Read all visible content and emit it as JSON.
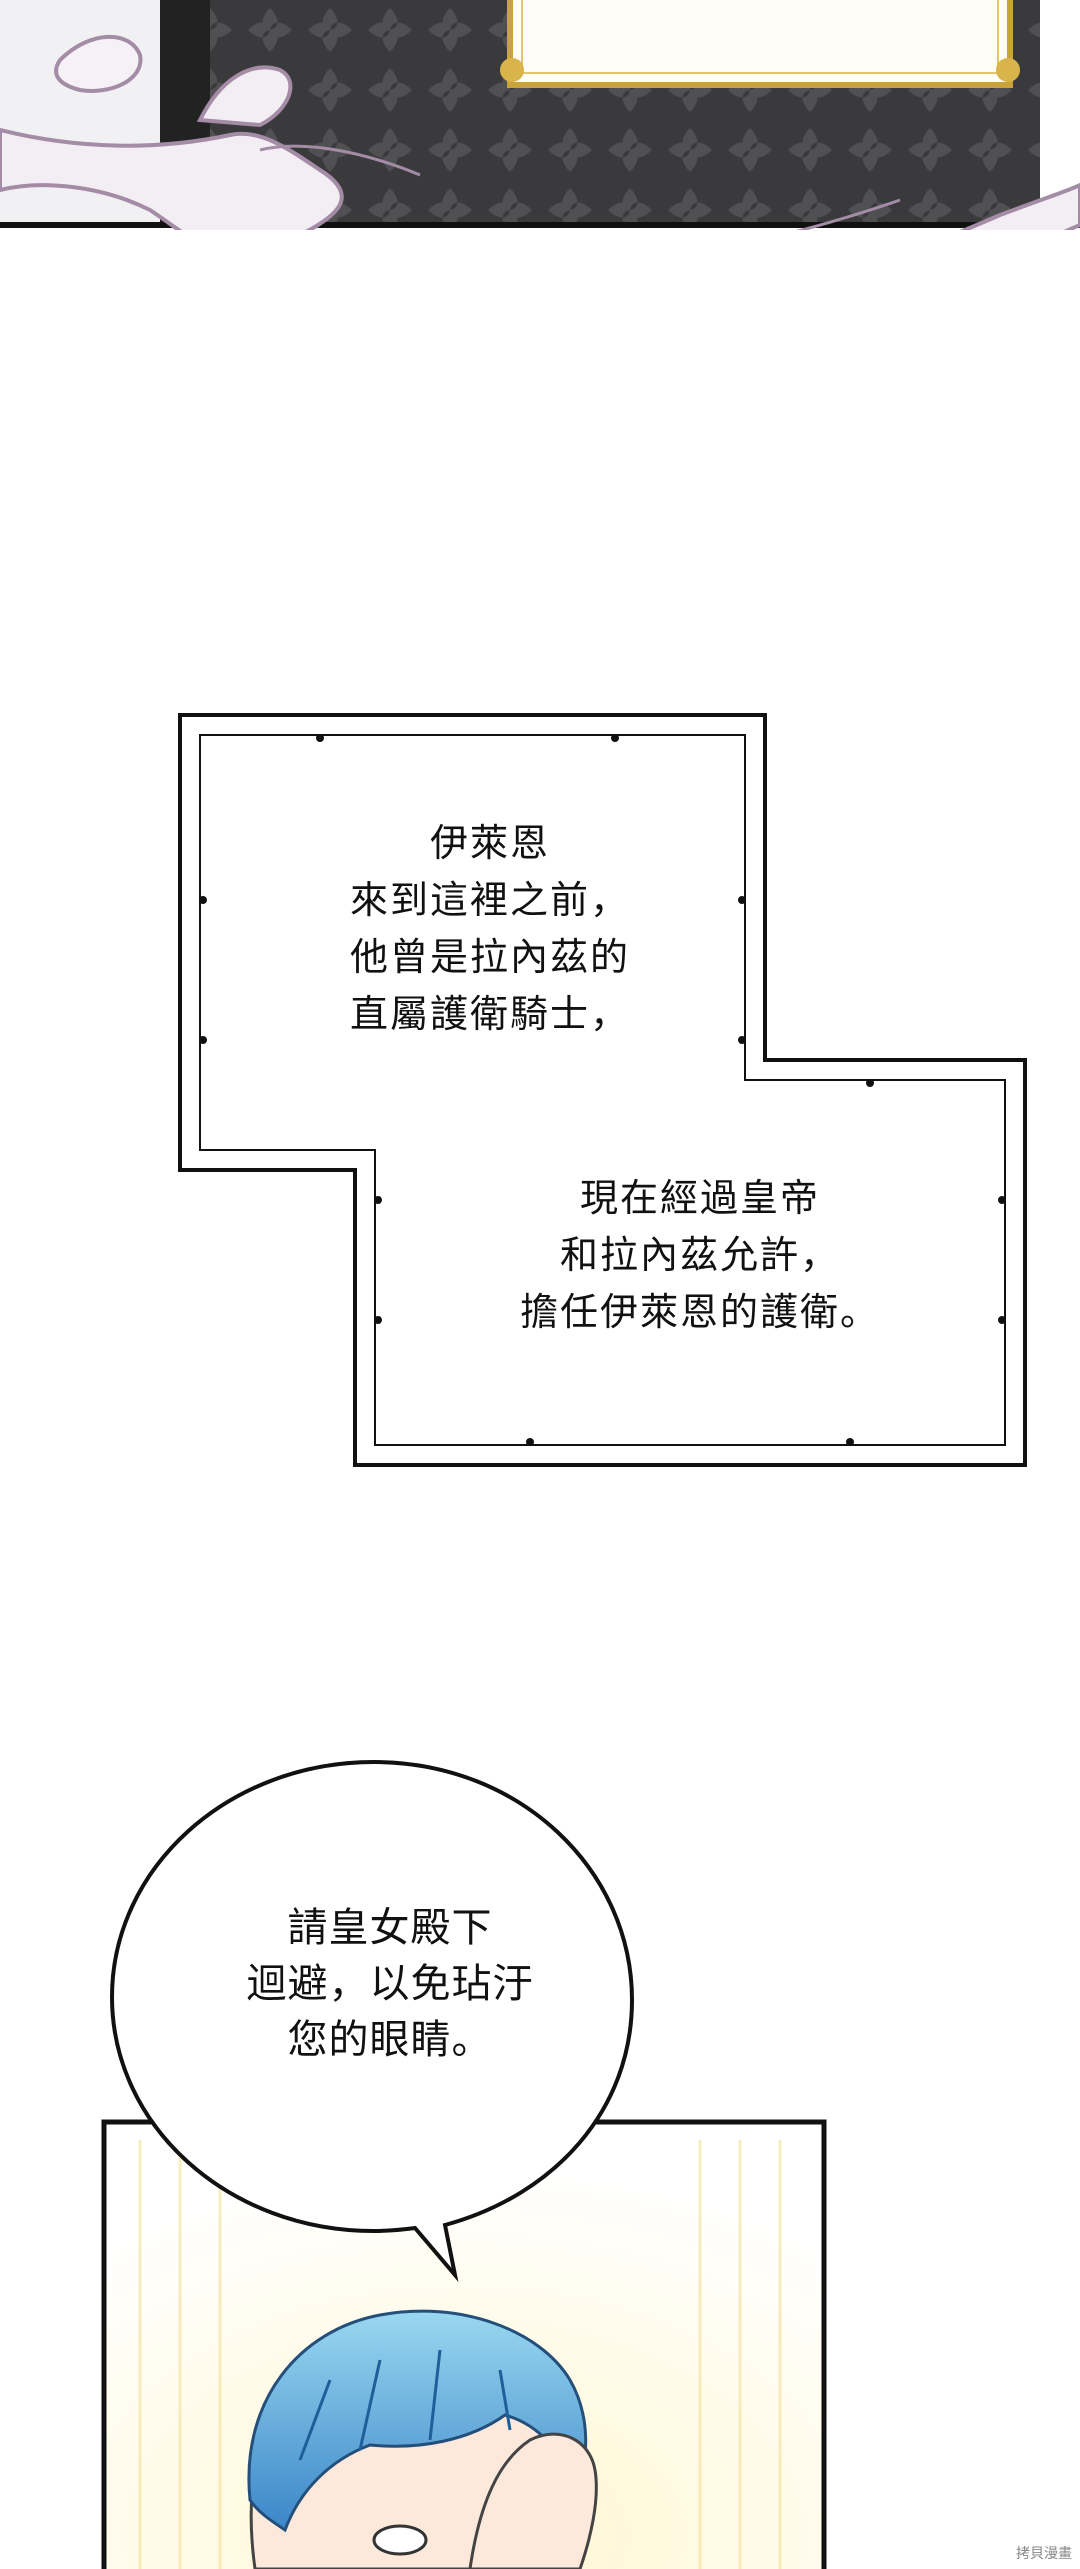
{
  "caption_1": {
    "lines": [
      "伊萊恩",
      "來到這裡之前，",
      "他曾是拉內茲的",
      "直屬護衛騎士，"
    ]
  },
  "caption_2": {
    "lines": [
      "現在經過皇帝",
      "和拉內茲允許，",
      "擔任伊萊恩的護衛。"
    ]
  },
  "speech_bubble": {
    "lines": [
      "請皇女殿下",
      "迴避，以免玷汙",
      "您的眼睛。"
    ]
  },
  "watermark": "拷貝漫畫"
}
